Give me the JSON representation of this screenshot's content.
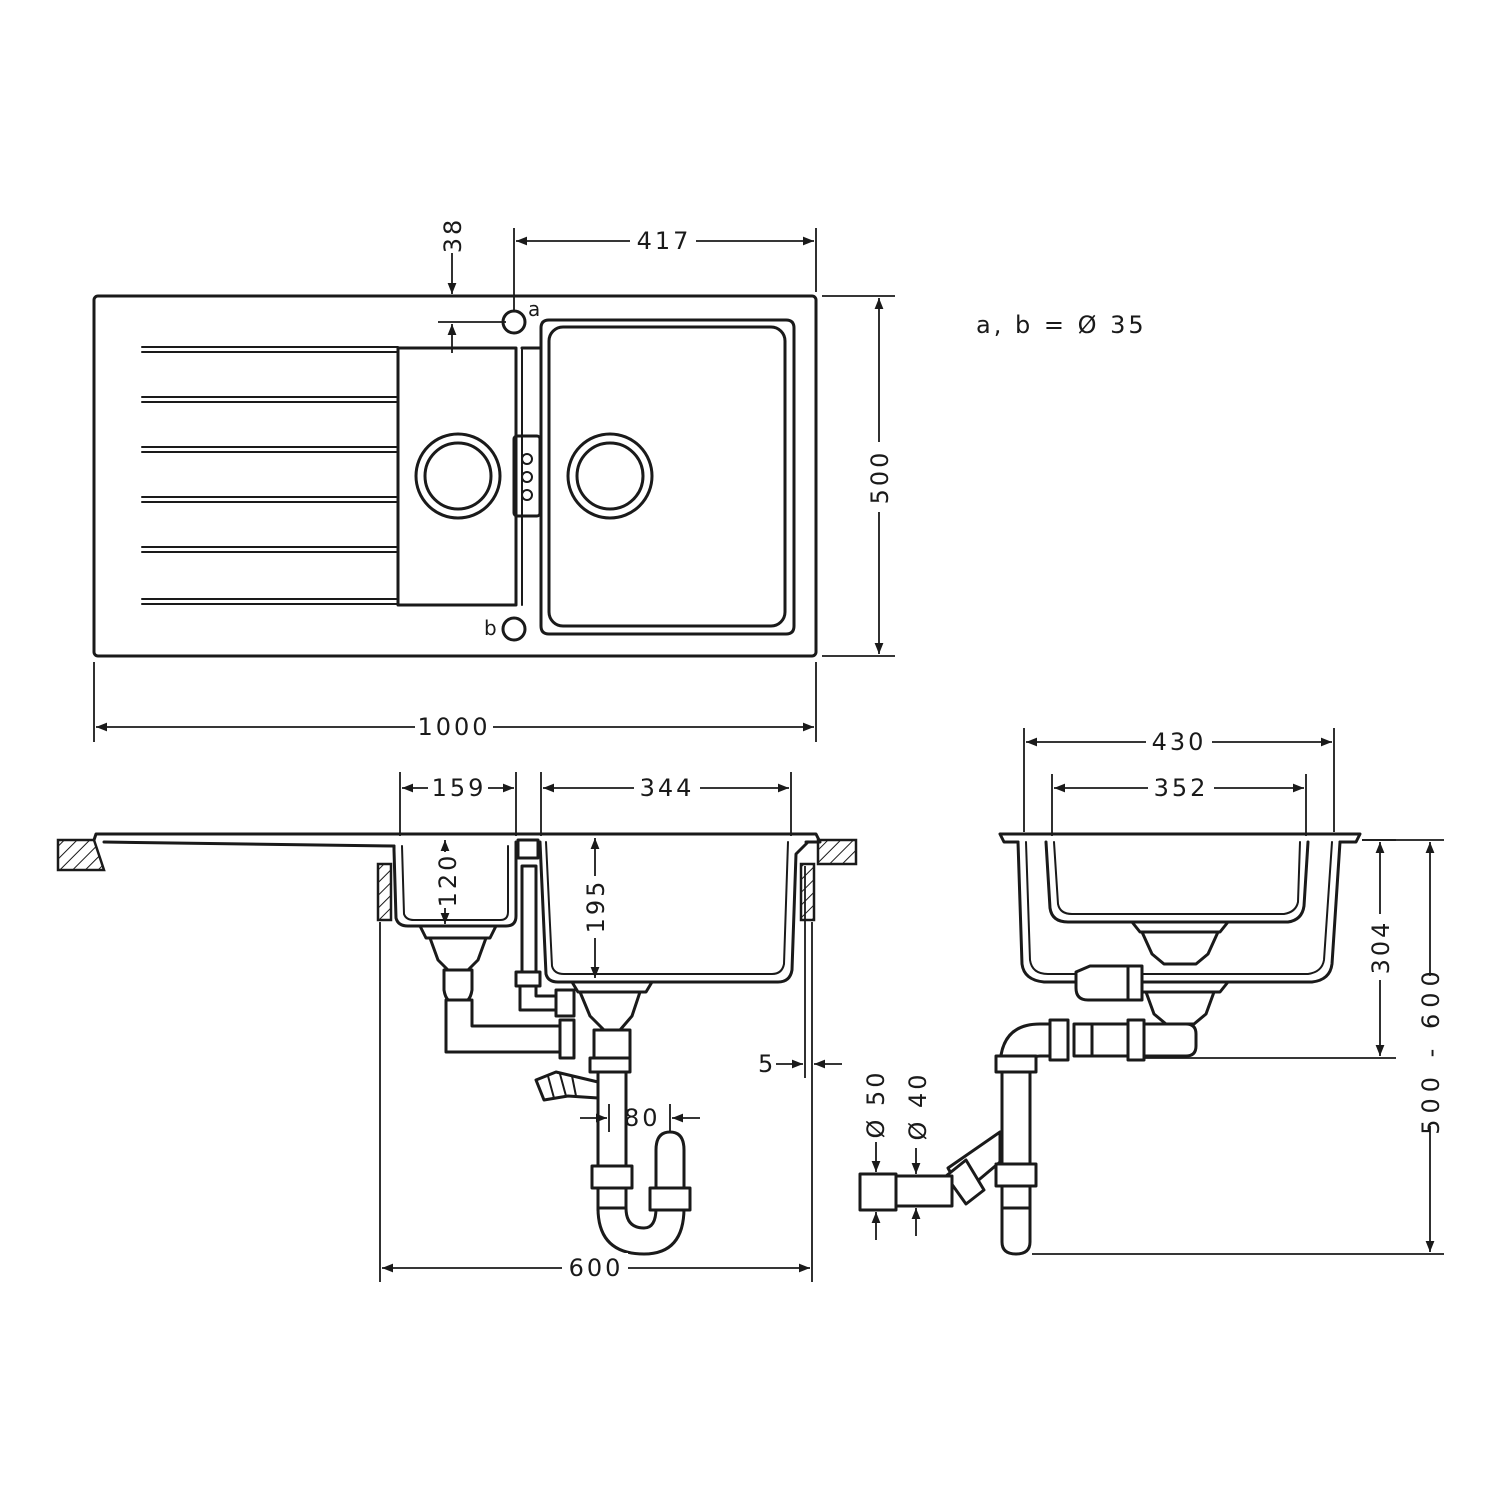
{
  "note": "a, b = Ø 35",
  "hole_labels": {
    "a": "a",
    "b": "b"
  },
  "dims": {
    "top_width": "1000",
    "top_depth": "500",
    "bowl_width": "417",
    "tap_offset": "38",
    "small_bowl": "159",
    "large_bowl": "344",
    "small_depth": "120",
    "large_depth": "195",
    "cabinet": "600",
    "gap": "5",
    "trap_offset": "80",
    "pipe_50": "Ø 50",
    "pipe_40": "Ø 40",
    "side_outer": "430",
    "side_inner": "352",
    "side_depth": "304",
    "install_height": "500 - 600"
  }
}
